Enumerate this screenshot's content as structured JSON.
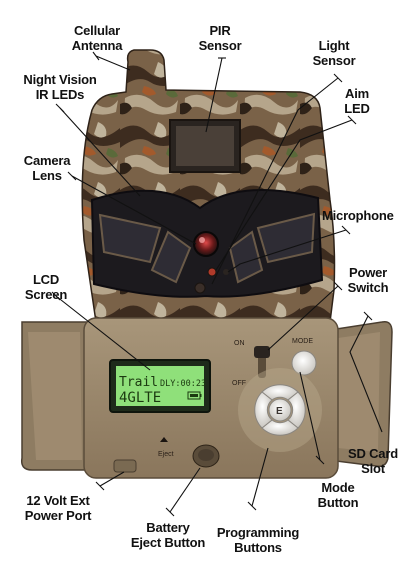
{
  "labels": {
    "cellular_antenna": [
      "Cellular",
      "Antenna"
    ],
    "pir_sensor": [
      "PIR",
      "Sensor"
    ],
    "light_sensor": [
      "Light",
      "Sensor"
    ],
    "night_vision": [
      "Night Vision",
      "IR LEDs"
    ],
    "aim_led": [
      "Aim",
      "LED"
    ],
    "camera_lens": [
      "Camera",
      "Lens"
    ],
    "microphone": "Microphone",
    "lcd_screen": [
      "LCD",
      "Screen"
    ],
    "power_switch": [
      "Power",
      "Switch"
    ],
    "sd_card_slot": [
      "SD Card",
      "Slot"
    ],
    "mode_button": [
      "Mode",
      "Button"
    ],
    "power_port": [
      "12 Volt Ext",
      "Power Port"
    ],
    "battery_eject": [
      "Battery",
      "Eject Button"
    ],
    "programming_buttons": [
      "Programming",
      "Buttons"
    ]
  },
  "device": {
    "switch_on": "ON",
    "switch_off": "OFF",
    "mode_label": "MODE",
    "eject_label": "Eject",
    "center_button": "E",
    "lcd": {
      "mode": "Trail",
      "delay": "DLY:00:23",
      "network": "4GLTE"
    }
  },
  "colors": {
    "lcd_green": "#8fe07a",
    "panel_tan": "#9a8568",
    "camo_dark": "#3a2a1e",
    "camo_light": "#b8a88c"
  }
}
